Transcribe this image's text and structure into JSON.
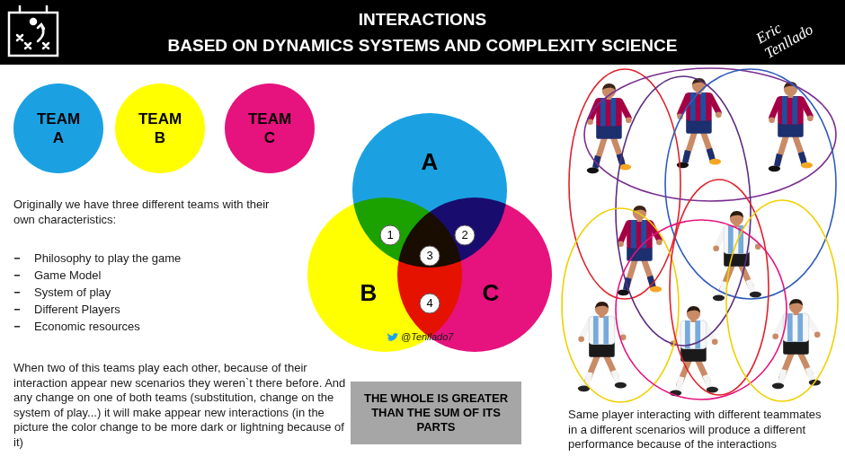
{
  "diagram": {
    "title": "INTERACTIONS",
    "nodes": [
      {
        "text": [
          "TEAM A"
        ]
      },
      {
        "text": [
          "TEAM B"
        ]
      },
      {
        "text": [
          "TEAM C"
        ]
      },
      {
        "text": [
          "A"
        ]
      },
      {
        "text": [
          "B"
        ]
      },
      {
        "text": [
          "C"
        ]
      },
      {
        "text": [
          "1"
        ]
      },
      {
        "text": [
          "2"
        ]
      },
      {
        "text": [
          "3"
        ]
      },
      {
        "text": [
          "4"
        ]
      },
      {
        "text": [
          "THE WHOLE IS GREATER THAN THE SUM OF ITS PARTS"
        ]
      }
    ],
    "labels": [
      "BASED ON DYNAMICS SYSTEMS AND COMPLEXITY SCIENCE",
      "Eric Tenllado",
      "Originally we have three different teams with their own characteristics:",
      "Philosophy to play the game",
      "Game Model",
      "System of play",
      "Different Players",
      "Economic resources",
      "When two of this teams play each other, because of their interaction appear new scenarios they weren`t there before. And any change on one of both teams (substitution, change on the system of play...) it will make appear new interactions (in the picture the color change to be more dark or lightning because of it)",
      "@Tenllado7",
      "Same player interacting with different teammates in a different scenarios will produce a different performance because of the interactions"
    ]
  }
}
